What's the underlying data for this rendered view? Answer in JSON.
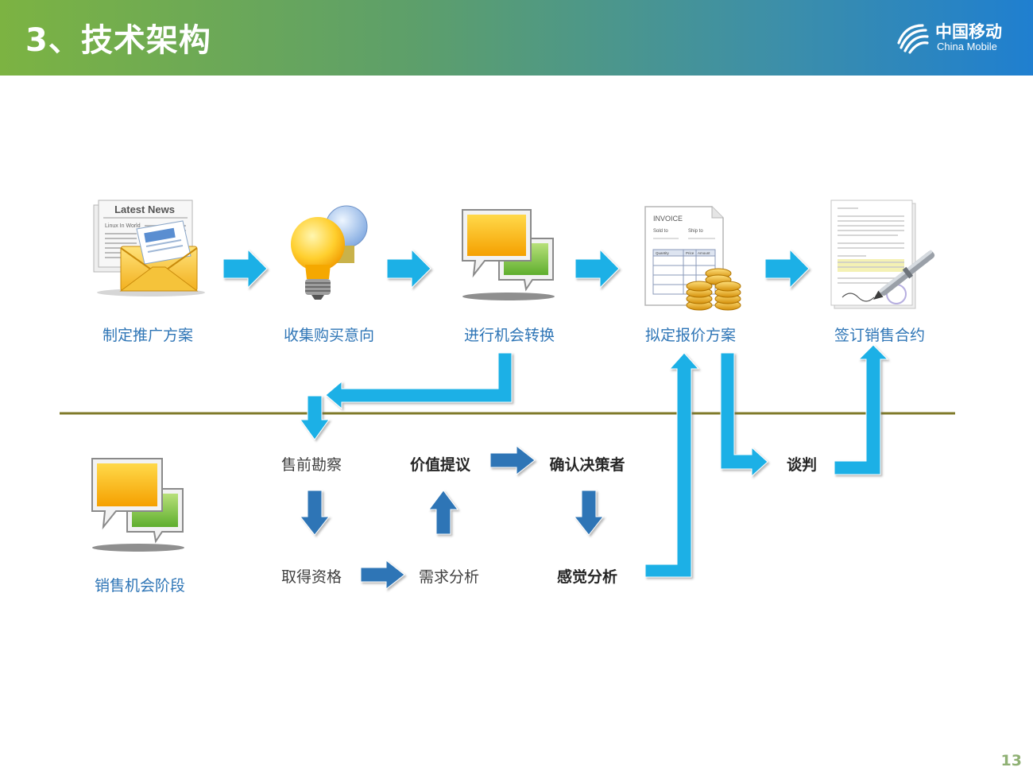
{
  "header": {
    "title": "3、技术架构",
    "logo_cn": "中国移动",
    "logo_en": "China Mobile"
  },
  "top_steps": [
    {
      "label": "制定推广方案",
      "icon": "newspaper-mail-icon"
    },
    {
      "label": "收集购买意向",
      "icon": "lightbulb-icon"
    },
    {
      "label": "进行机会转换",
      "icon": "chat-bubbles-icon"
    },
    {
      "label": "拟定报价方案",
      "icon": "invoice-coins-icon"
    },
    {
      "label": "签订销售合约",
      "icon": "contract-pen-icon"
    }
  ],
  "icon_text": {
    "newspaper_headline": "Latest News",
    "newspaper_sub": "Linux In World",
    "invoice_title": "INVOICE",
    "invoice_sold": "Sold to",
    "invoice_ship": "Ship to",
    "invoice_qty": "Quantity",
    "invoice_price": "Price",
    "invoice_amount": "Amount"
  },
  "stage": {
    "label": "销售机会阶段",
    "icon": "chat-bubbles-icon"
  },
  "sub_steps": {
    "presale_survey": "售前勘察",
    "value_proposal": "价值提议",
    "confirm_decision_maker": "确认决策者",
    "negotiation": "谈判",
    "obtain_qualification": "取得资格",
    "requirement_analysis": "需求分析",
    "perception_analysis": "感觉分析"
  },
  "colors": {
    "arrow_cyan": "#1ab0e6",
    "arrow_blue": "#2e75b6",
    "label_blue": "#2e75b6",
    "divider": "#7f7a2a"
  },
  "page_number": "13"
}
